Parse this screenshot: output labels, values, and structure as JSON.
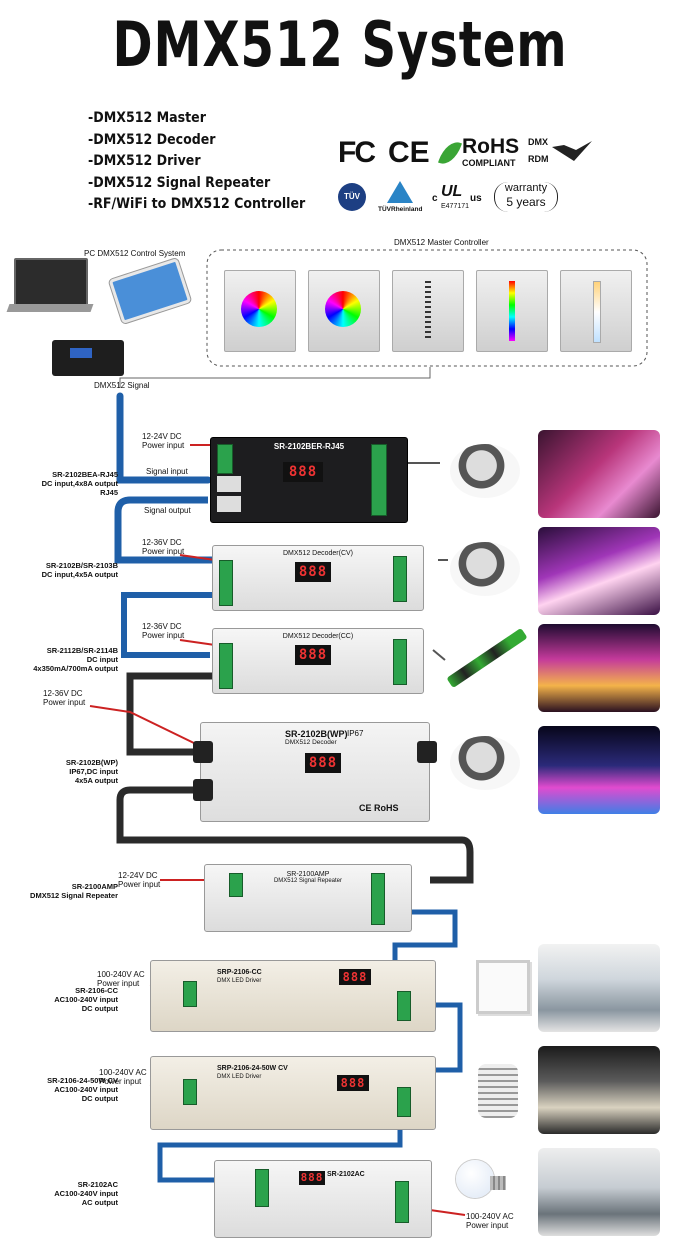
{
  "title": "DMX512  System",
  "features": [
    "-DMX512  Master",
    "-DMX512  Decoder",
    "-DMX512  Driver",
    "-DMX512  Signal  Repeater",
    "-RF/WiFi  to  DMX512  Controller"
  ],
  "certs": {
    "fc": "FC",
    "ce": "CE",
    "rohs": "RoHS",
    "rohs_sub": "COMPLIANT",
    "dmx": "DMX",
    "rdm": "RDM",
    "tuv": "TÜV",
    "tuv_rh": "TÜVRheinland",
    "ul_c": "c",
    "ul": "UL",
    "ul_us": "us",
    "ul_num": "E477171",
    "warranty": "warranty",
    "years": "5 years"
  },
  "pc_label": "PC DMX512 Control System",
  "master_label": "DMX512 Master Controller",
  "signal_label": "DMX512 Signal",
  "devices": [
    {
      "side": [
        "SR-2102BEA-RJ45",
        "DC input,4x8A output",
        "RJ45"
      ],
      "power": [
        "12-24V DC",
        "Power input"
      ],
      "name": "SR-2102BER-RJ45",
      "display": "888",
      "extra": [
        "Signal input",
        "Signal output"
      ]
    },
    {
      "side": [
        "SR-2102B/SR-2103B",
        "DC input,4x5A output"
      ],
      "power": [
        "12-36V DC",
        "Power input"
      ],
      "name": "DMX512 Decoder(CV)",
      "display": "888"
    },
    {
      "side": [
        "SR-2112B/SR-2114B",
        "DC input",
        "4x350mA/700mA output"
      ],
      "power": [
        "12-36V DC",
        "Power input"
      ],
      "name": "DMX512 Decoder(CC)",
      "display": "888"
    },
    {
      "side": [
        "SR-2102B(WP)",
        "IP67,DC input",
        "4x5A output"
      ],
      "power": [
        "12-36V DC",
        "Power input"
      ],
      "name": "SR-2102B(WP)",
      "name2": "IP67",
      "sub": "DMX512 Decoder",
      "display": "888",
      "rohs": "CE RoHS"
    },
    {
      "side": [
        "SR-2100AMP",
        "DMX512 Signal Repeater"
      ],
      "power": [
        "12-24V DC",
        "Power input"
      ],
      "name": "SR-2100AMP",
      "sub": "DMX512 Signal Repeater"
    },
    {
      "side": [
        "SR-2106-CC",
        "AC100-240V input",
        "DC output"
      ],
      "power": [
        "100-240V AC",
        "Power input"
      ],
      "name": "SRP-2106-CC",
      "sub": "DMX LED Driver",
      "display": "888"
    },
    {
      "side": [
        "SR-2106-24-50W CV",
        "AC100-240V input",
        "DC output"
      ],
      "power": [
        "100-240V AC",
        "Power input"
      ],
      "name": "SRP-2106-24-50W CV",
      "sub": "DMX LED Driver",
      "display": "888"
    },
    {
      "side": [
        "SR-2102AC",
        "AC100-240V input",
        "AC output"
      ],
      "power": [
        "100-240V AC",
        "Power input"
      ],
      "name": "SR-2102AC",
      "display": "888"
    }
  ],
  "colors": {
    "accent": "#2ba24c",
    "cable_blue": "#1f5fa8",
    "cable_dark": "#222222"
  }
}
